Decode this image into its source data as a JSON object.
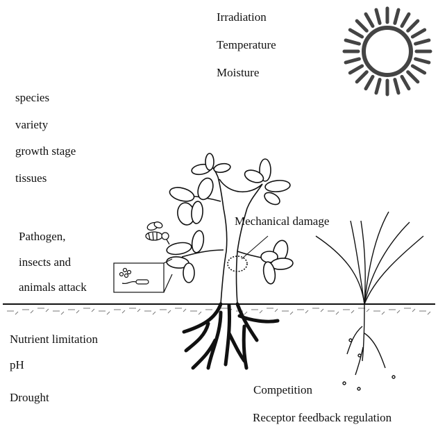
{
  "climate_factors": [
    "Irradiation",
    "Temperature",
    "Moisture"
  ],
  "plant_factors": [
    "species",
    "variety",
    "growth stage",
    "tissues"
  ],
  "biotic_attack": [
    "Pathogen,",
    "insects and",
    "animals attack"
  ],
  "mechanical_label": "Mechanical damage",
  "soil_factors": [
    "Nutrient limitation",
    "pH",
    "Drought"
  ],
  "competition_label": "Competition",
  "feedback_label": "Receptor feedback regulation",
  "colors": {
    "ink": "#111111",
    "sun": "#444444",
    "background": "#ffffff"
  }
}
